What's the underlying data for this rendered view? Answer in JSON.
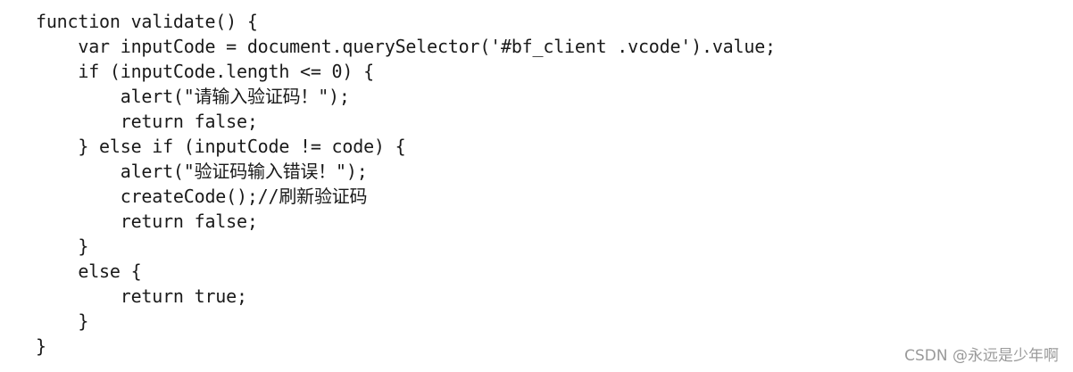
{
  "code": {
    "lines": [
      "function validate() {",
      "    var inputCode = document.querySelector('#bf_client .vcode').value;",
      "    if (inputCode.length <= 0) {",
      "        alert(\"请输入验证码！\");",
      "        return false;",
      "    } else if (inputCode != code) {",
      "        alert(\"验证码输入错误！\");",
      "        createCode();//刷新验证码",
      "        return false;",
      "    }",
      "    else {",
      "        return true;",
      "    }",
      "}"
    ]
  },
  "watermark": {
    "text": "CSDN @永远是少年啊"
  }
}
